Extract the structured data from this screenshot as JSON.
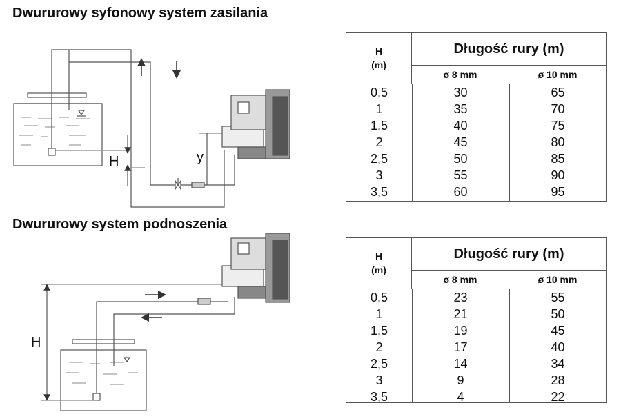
{
  "titles": {
    "top": "Dwururowy syfonowy system zasilania",
    "bottom": "Dwururowy system podnoszenia"
  },
  "diagram_labels": {
    "top_H": "H",
    "top_y": "y",
    "bottom_H": "H"
  },
  "tables": [
    {
      "h_header_line1": "H",
      "h_header_line2": "(m)",
      "length_header": "Długość rury (m)",
      "col_8": "ø 8 mm",
      "col_10": "ø 10 mm",
      "rows": [
        [
          "0,5",
          "30",
          "65"
        ],
        [
          "1",
          "35",
          "70"
        ],
        [
          "1,5",
          "40",
          "75"
        ],
        [
          "2",
          "45",
          "80"
        ],
        [
          "2,5",
          "50",
          "85"
        ],
        [
          "3",
          "55",
          "90"
        ],
        [
          "3,5",
          "60",
          "95"
        ]
      ]
    },
    {
      "h_header_line1": "H",
      "h_header_line2": "(m)",
      "length_header": "Długość rury (m)",
      "col_8": "ø 8 mm",
      "col_10": "ø 10 mm",
      "rows": [
        [
          "0,5",
          "23",
          "55"
        ],
        [
          "1",
          "21",
          "50"
        ],
        [
          "1,5",
          "19",
          "45"
        ],
        [
          "2",
          "17",
          "40"
        ],
        [
          "2,5",
          "14",
          "34"
        ],
        [
          "3",
          "9",
          "28"
        ],
        [
          "3,5",
          "4",
          "22"
        ]
      ]
    }
  ]
}
